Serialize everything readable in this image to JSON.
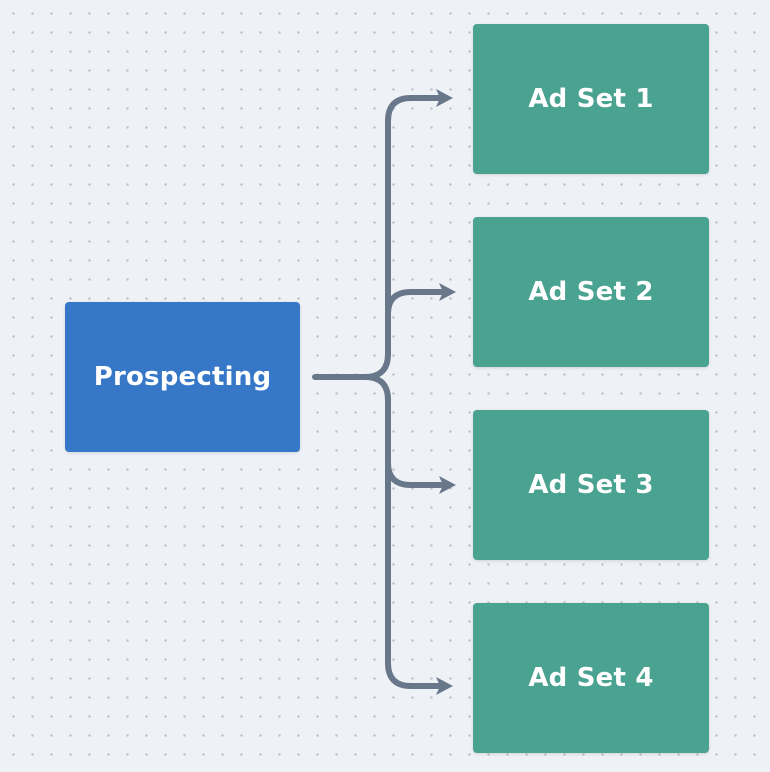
{
  "diagram": {
    "source": {
      "label": "Prospecting",
      "color": "#3677c8"
    },
    "targets": [
      {
        "label": "Ad Set 1",
        "color": "#4aa291"
      },
      {
        "label": "Ad Set 2",
        "color": "#4aa291"
      },
      {
        "label": "Ad Set 3",
        "color": "#4aa291"
      },
      {
        "label": "Ad Set 4",
        "color": "#4aa291"
      }
    ],
    "connector_color": "#68778a",
    "background_color": "#eef1f5"
  }
}
